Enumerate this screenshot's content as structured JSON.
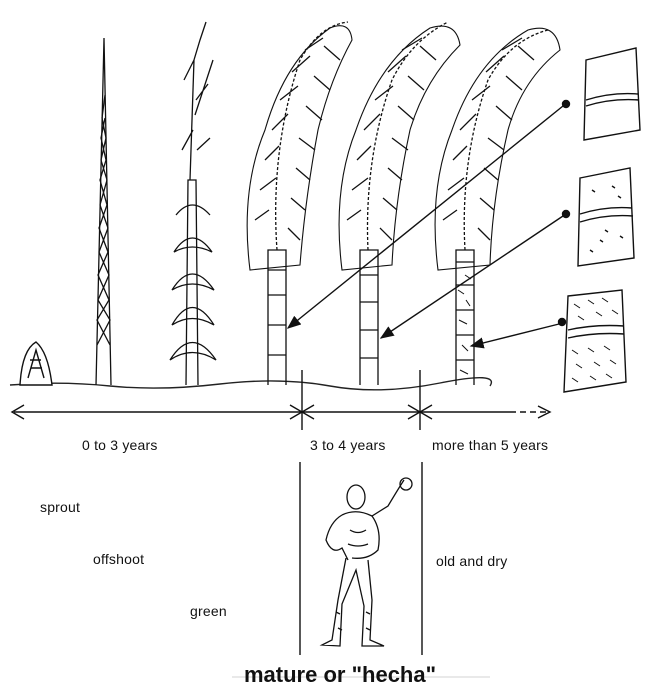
{
  "timeline": {
    "period_young": "0 to 3 years",
    "period_mature": "3 to 4 years",
    "period_old": "more than 5 years"
  },
  "stages": {
    "sprout": "sprout",
    "offshoot": "offshoot",
    "green": "green",
    "old": "old and dry"
  },
  "title": "mature or \"hecha\""
}
